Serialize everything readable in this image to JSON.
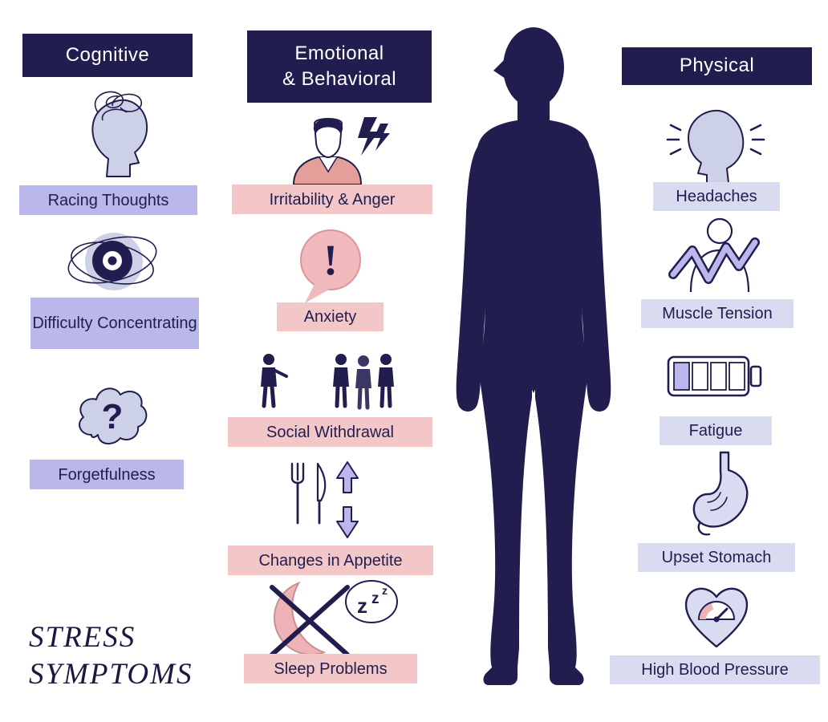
{
  "title": {
    "line1": "STRESS",
    "line2": "SYMPTOMS"
  },
  "colors": {
    "navy": "#211d4e",
    "lavender_label": "#b9b7ec",
    "pink_label": "#f3c6c8",
    "pale_label": "#d9dcf0",
    "icon_light_fill": "#ccd1e8",
    "icon_pink_fill": "#eeb3b6",
    "white": "#ffffff"
  },
  "cognitive": {
    "header": "Cognitive",
    "items": [
      {
        "label": "Racing Thoughts",
        "icon": "racing-thoughts-icon"
      },
      {
        "label": "Difficulty Concentrating",
        "icon": "difficulty-concentrating-icon"
      },
      {
        "label": "Forgetfulness",
        "icon": "forgetfulness-icon"
      }
    ]
  },
  "emotional": {
    "header_line1": "Emotional",
    "header_line2": "& Behavioral",
    "items": [
      {
        "label": "Irritability & Anger",
        "icon": "irritability-anger-icon"
      },
      {
        "label": "Anxiety",
        "icon": "anxiety-icon"
      },
      {
        "label": "Social Withdrawal",
        "icon": "social-withdrawal-icon"
      },
      {
        "label": "Changes in Appetite",
        "icon": "changes-in-appetite-icon"
      },
      {
        "label": "Sleep Problems",
        "icon": "sleep-problems-icon"
      }
    ]
  },
  "physical": {
    "header": "Physical",
    "items": [
      {
        "label": "Headaches",
        "icon": "headaches-icon"
      },
      {
        "label": "Muscle Tension",
        "icon": "muscle-tension-icon"
      },
      {
        "label": "Fatigue",
        "icon": "fatigue-icon"
      },
      {
        "label": "Upset Stomach",
        "icon": "upset-stomach-icon"
      },
      {
        "label": "High Blood Pressure",
        "icon": "high-blood-pressure-icon"
      }
    ]
  },
  "glyphs": {
    "question": "?",
    "exclamation": "!",
    "z1": "z",
    "z2": "z",
    "z3": "z"
  },
  "figure": {
    "name": "human-body-silhouette"
  }
}
